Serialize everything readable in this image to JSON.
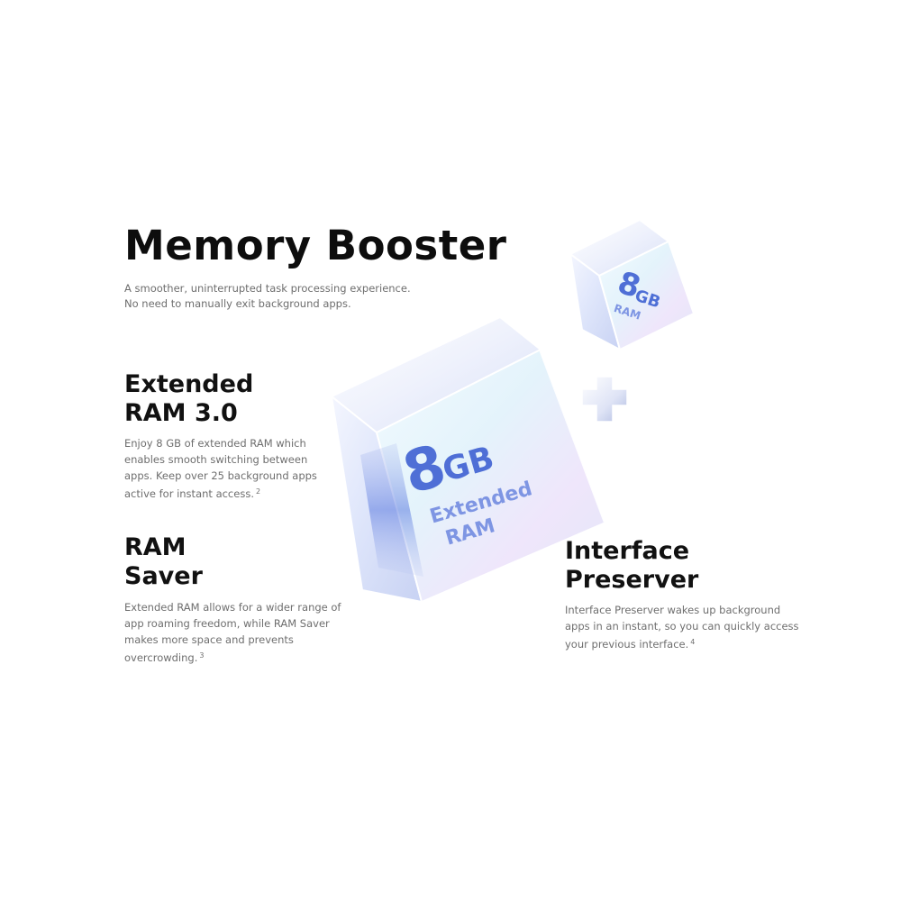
{
  "header": {
    "title": "Memory Booster",
    "subtitle_lines": [
      "A smoother, uninterrupted task processing experience.",
      "No need to manually exit background apps."
    ]
  },
  "features": [
    {
      "title_lines": [
        "Extended",
        "RAM 3.0"
      ],
      "description": "Enjoy 8 GB of extended RAM which enables smooth switching between apps. Keep over 25 background apps active for instant access.",
      "footnote": "2"
    },
    {
      "title_lines": [
        "RAM",
        "Saver"
      ],
      "description": "Extended RAM allows for a wider range of app roaming freedom, while RAM Saver makes more space and prevents overcrowding.",
      "footnote": "3"
    },
    {
      "title_lines": [
        "Interface",
        "Preserver"
      ],
      "description": "Interface Preserver wakes up background apps in an instant, so you can quickly access your previous interface.",
      "footnote": "4"
    }
  ],
  "illustration": {
    "large_cube": {
      "number": "8",
      "unit": "GB",
      "line1": "Extended",
      "line2": "RAM"
    },
    "small_cube": {
      "number": "8",
      "unit": "GB",
      "line1": "RAM"
    },
    "icons": [
      "plus-icon"
    ],
    "colors": {
      "label_blue": "#4f6fd6",
      "cube_tint": "#dfe6fb",
      "edge_highlight": "#ffffff"
    }
  }
}
